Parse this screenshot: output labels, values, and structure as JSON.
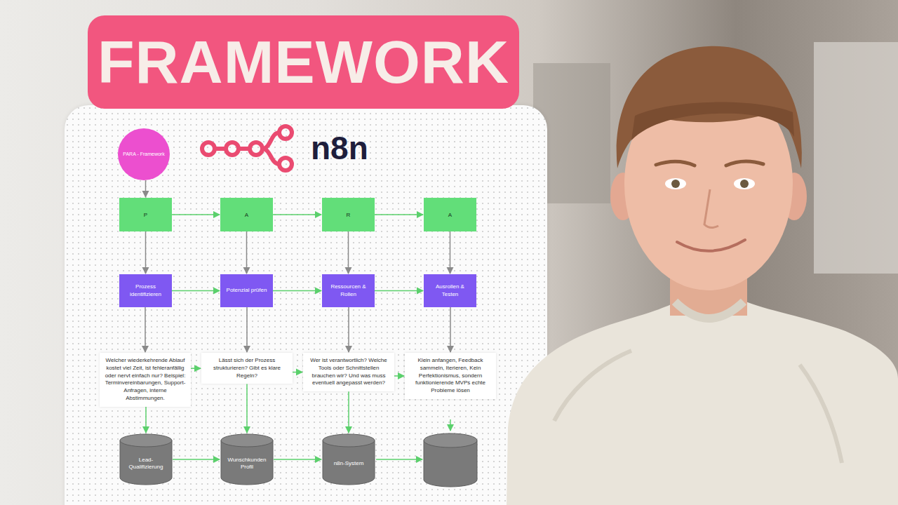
{
  "diagram": {
    "title": "FRAMEWORK",
    "nodes": [
      {
        "text": [
          "PARA - Framework"
        ]
      },
      {
        "text": [
          "P"
        ]
      },
      {
        "text": [
          "A"
        ]
      },
      {
        "text": [
          "R"
        ]
      },
      {
        "text": [
          "A"
        ]
      },
      {
        "text": [
          "Prozess identifizieren"
        ]
      },
      {
        "text": [
          "Potenzial prüfen"
        ]
      },
      {
        "text": [
          "Ressourcen & Rollen"
        ]
      },
      {
        "text": [
          "Ausrollen & Testen"
        ]
      },
      {
        "text": [
          "Welcher wiederkehrende Ablauf kostet viel Zeit, ist fehleranfällig oder nervt einfach nur? Beispiel: Terminvereinbarungen, Support-Anfragen, interne Abstimmungen."
        ]
      },
      {
        "text": [
          "Lässt sich der Prozess strukturieren? Gibt es klare Regeln?"
        ]
      },
      {
        "text": [
          "Wer ist verantwortlich? Welche Tools oder Schnittstellen brauchen wir? Und was muss eventuell angepasst werden?"
        ]
      },
      {
        "text": [
          "Klein anfangen, Feedback sammeln, Iterieren, Kein Perfektionismus, sondern funktionierende MVPs echte Probleme lösen"
        ]
      },
      {
        "text": [
          "Lead-Qualifizierung"
        ]
      },
      {
        "text": [
          "Wunschkunden Profil"
        ]
      },
      {
        "text": [
          "n8n-System"
        ]
      }
    ],
    "edges": [
      {
        "from": 0,
        "to": 1,
        "arrow": "to"
      },
      {
        "from": 1,
        "to": 2,
        "arrow": "to"
      },
      {
        "from": 2,
        "to": 3,
        "arrow": "to"
      },
      {
        "from": 3,
        "to": 4,
        "arrow": "to"
      },
      {
        "from": 1,
        "to": 5,
        "arrow": "to"
      },
      {
        "from": 2,
        "to": 6,
        "arrow": "to"
      },
      {
        "from": 3,
        "to": 7,
        "arrow": "to"
      },
      {
        "from": 4,
        "to": 8,
        "arrow": "to"
      },
      {
        "from": 5,
        "to": 6,
        "arrow": "to"
      },
      {
        "from": 6,
        "to": 7,
        "arrow": "to"
      },
      {
        "from": 7,
        "to": 8,
        "arrow": "to"
      },
      {
        "from": 5,
        "to": 9,
        "arrow": "to"
      },
      {
        "from": 6,
        "to": 10,
        "arrow": "to"
      },
      {
        "from": 7,
        "to": 11,
        "arrow": "to"
      },
      {
        "from": 8,
        "to": 12,
        "arrow": "to"
      },
      {
        "from": 9,
        "to": 10,
        "arrow": "to"
      },
      {
        "from": 10,
        "to": 11,
        "arrow": "to"
      },
      {
        "from": 11,
        "to": 12,
        "arrow": "to"
      },
      {
        "from": 9,
        "to": 13,
        "arrow": "to"
      },
      {
        "from": 10,
        "to": 14,
        "arrow": "to"
      },
      {
        "from": 11,
        "to": 15,
        "arrow": "to"
      },
      {
        "from": 13,
        "to": 14,
        "arrow": "to"
      },
      {
        "from": 14,
        "to": 15,
        "arrow": "to"
      }
    ],
    "labels": [
      "n8n"
    ]
  }
}
